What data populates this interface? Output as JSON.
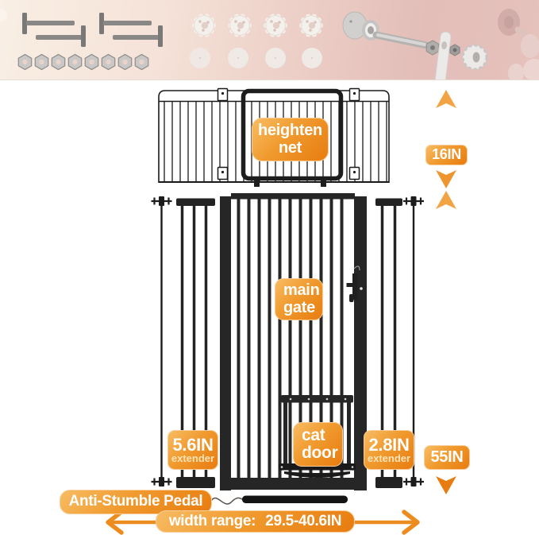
{
  "banner": {
    "parts": [
      {
        "name": "mounting-bolts",
        "count": 4
      },
      {
        "name": "hex-nuts",
        "count": 8
      },
      {
        "name": "slotted-wall-cups",
        "count": 4
      },
      {
        "name": "round-wall-cups",
        "count": 4
      },
      {
        "name": "wall-mount-assembly",
        "count": 1
      }
    ]
  },
  "labels": {
    "heighten_net": {
      "line1": "heighten",
      "line2": "net"
    },
    "net_height": "16IN",
    "main_gate": {
      "line1": "main",
      "line2": "gate"
    },
    "cat_door": {
      "line1": "cat",
      "line2": "door"
    },
    "left_extender": {
      "size": "5.6IN",
      "caption": "extender"
    },
    "right_extender": {
      "size": "2.8IN",
      "caption": "extender"
    },
    "gate_height": "55IN",
    "pedal": "Anti-Stumble Pedal",
    "width_range": {
      "prefix": "width range:",
      "value": "29.5-40.6IN"
    }
  },
  "colors": {
    "accent_orange": "#ee8c1c",
    "accent_orange_light": "#f2a445",
    "accent_orange_dark": "#e87c10",
    "gate_black": "#262626",
    "label_text": "#ffffff"
  }
}
